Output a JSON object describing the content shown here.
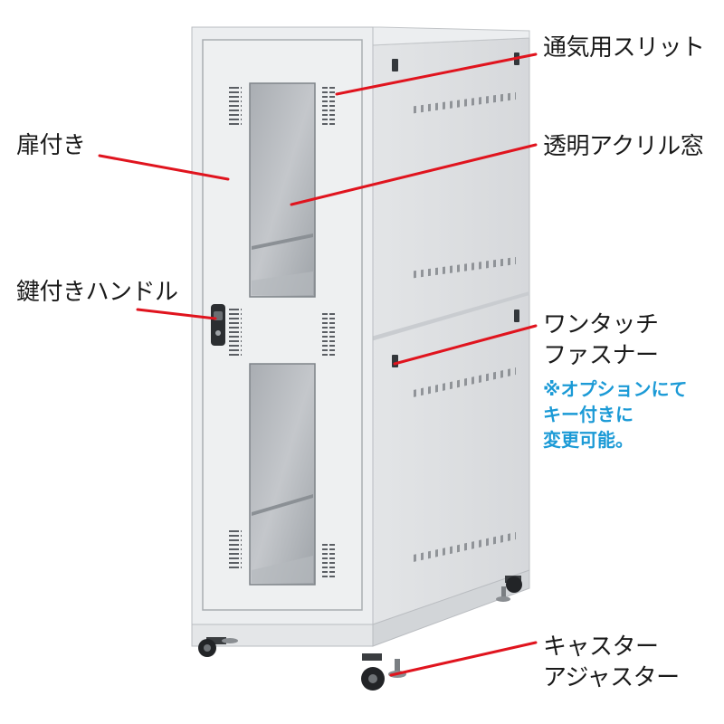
{
  "labels": {
    "vent_slit": "通気用スリット",
    "door": "扉付き",
    "acrylic_window": "透明アクリル窓",
    "lock_handle": "鍵付きハンドル",
    "fastener_line1": "ワンタッチ",
    "fastener_line2": "ファスナー",
    "caster_line1": "キャスター",
    "caster_line2": "アジャスター"
  },
  "note": {
    "line1": "※オプションにて",
    "line2": "キー付きに",
    "line3": "変更可能。"
  },
  "colors": {
    "leader_line": "#e0141e",
    "note_text": "#1b9ad6",
    "cabinet_body": "#e9eaeb",
    "cabinet_side": "#dcdee0"
  }
}
